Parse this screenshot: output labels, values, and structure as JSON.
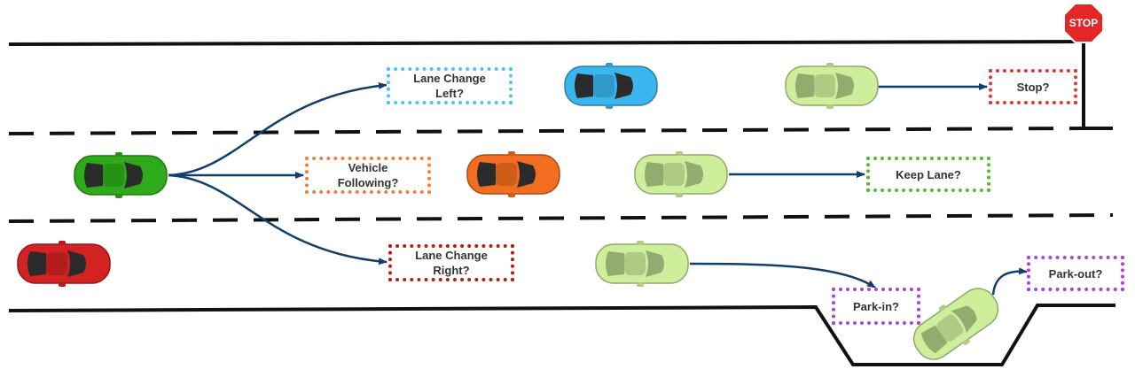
{
  "stop_sign": {
    "text": "STOP",
    "color": "#e32626"
  },
  "labels": {
    "lane_change_left": {
      "line1": "Lane Change",
      "line2": "Left?",
      "color": "#4fc3f7"
    },
    "vehicle_following": {
      "line1": "Vehicle",
      "line2": "Following?",
      "color": "#f07f3c"
    },
    "lane_change_right": {
      "line1": "Lane Change",
      "line2": "Right?",
      "color": "#b71c1c"
    },
    "stop": {
      "text": "Stop?",
      "color": "#e53935"
    },
    "keep_lane": {
      "text": "Keep Lane?",
      "color": "#55bb2a"
    },
    "park_in": {
      "text": "Park-in?",
      "color": "#b040d8"
    },
    "park_out": {
      "text": "Park-out?",
      "color": "#b040d8"
    }
  },
  "colors": {
    "ego_car": "#2eaa1a",
    "lead_car": "#f26d1f",
    "left_car": "#3ab5ee",
    "rear_car": "#d32222",
    "future_car": "#cdee9a",
    "arrow": "#123e6b",
    "road_line": "#111111"
  }
}
